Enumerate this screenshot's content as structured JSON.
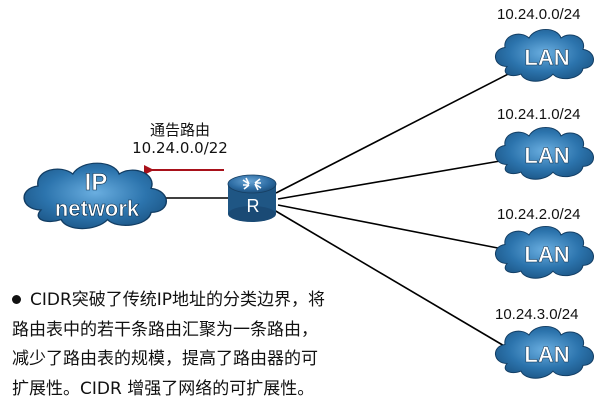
{
  "advertisement": {
    "title": "通告路由",
    "route": "10.24.0.0/22"
  },
  "ip_network": {
    "line1": "IP",
    "line2": "network"
  },
  "router": {
    "label": "R"
  },
  "lans": [
    {
      "subnet": "10.24.0.0/24",
      "label": "LAN"
    },
    {
      "subnet": "10.24.1.0/24",
      "label": "LAN"
    },
    {
      "subnet": "10.24.2.0/24",
      "label": "LAN"
    },
    {
      "subnet": "10.24.3.0/24",
      "label": "LAN"
    }
  ],
  "note": {
    "lines": [
      "CIDR突破了传统IP地址的分类边界，将",
      "路由表中的若干条路由汇聚为一条路由，",
      "减少了路由表的规模，提高了路由器的可",
      "扩展性。CIDR 增强了网络的可扩展性。"
    ]
  },
  "colors": {
    "cloud": "#1d5f94",
    "cloud_light": "#5fa3d6",
    "arrow": "#a8111a",
    "router": "#235e8f"
  }
}
